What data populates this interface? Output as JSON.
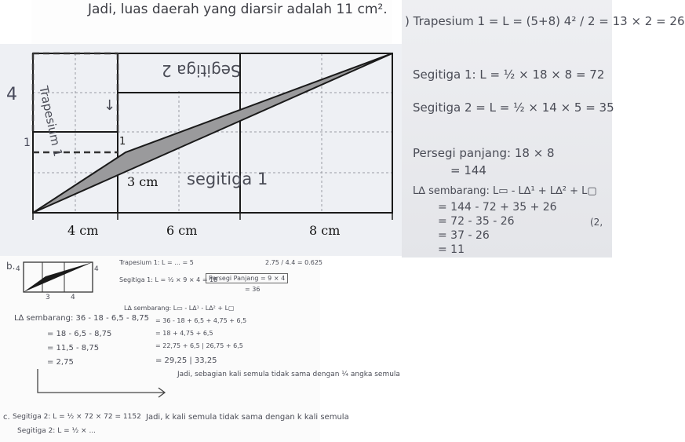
{
  "top_strip": {
    "text": "Jadi, luas daerah yang diarsir adalah 11 cm²."
  },
  "diagram": {
    "side_label_left": "4",
    "side_label_one": "1",
    "point_label_one": "1",
    "width_label": "3 cm",
    "bottom_labels": [
      "4 cm",
      "6 cm",
      "8 cm"
    ],
    "region_labels": {
      "trapesium": "Trapesium 1",
      "trapesium_arrow": "↓",
      "segitiga2": "Segitiga 2",
      "segitiga1": "segitiga 1"
    },
    "colors": {
      "shade": "#9a9a9c",
      "lines": "#1a1a1a",
      "dashed": "#444"
    }
  },
  "right_notes": {
    "lines": [
      ") Trapesium 1 = L = (5+8) 4² / 2 = 13 × 2 = 26",
      "Segitiga 1: L = ½ × 18 × 8 = 72",
      "Segitiga 2 = L = ½ × 14 × 5 = 35",
      "Persegi panjang: 18 × 8",
      "= 144",
      "L∆ sembarang: L▭ - L∆¹ + L∆² + L▢",
      "= 144 - 72 + 35 + 26",
      "= 72 - 35 - 26",
      "= 37 - 26",
      "= 11"
    ],
    "margin_text": "(2,"
  },
  "bottom_notes": {
    "label_b": "b.",
    "small_diagram_labels": [
      "4",
      "4",
      "3",
      "4"
    ],
    "header_trapesium": "Trapesium 1: L = ... = 5",
    "header_segitiga": "Segitiga 1: L = ½ × 9 × 4 = 18",
    "header_persegi": "Persegi Panjang = 9 × 4",
    "header_persegi_result": "= 36",
    "header_fraction": "2.75 / 4.4 = 0.625",
    "left_calc": [
      "L∆ sembarang: 36 - 18 - 6,5 - 8,75",
      "= 18 - 6,5 - 8,75",
      "= 11,5 - 8,75",
      "= 2,75"
    ],
    "right_calc": [
      "L∆ sembarang: L▭ - L∆¹ - L∆² + L▢",
      "= 36 - 18 + 6,5 + 4,75 + 6,5",
      "= 18 + 4,75 + 6,5",
      "= 22,75 + 6,5 | 26,75 + 6,5",
      "= 29,25 | 33,25"
    ],
    "conclusion_b": "Jadi, sebagian kali semula tidak sama dengan ¼ angka semula",
    "label_c": "c.",
    "c_line1": "Segitiga 2: L = ½ × 72 × 72 = 1152",
    "c_line2": "Segitiga 2: L = ½ × ...",
    "conclusion_c": "Jadi, k kali semula tidak sama dengan k kali semula"
  }
}
